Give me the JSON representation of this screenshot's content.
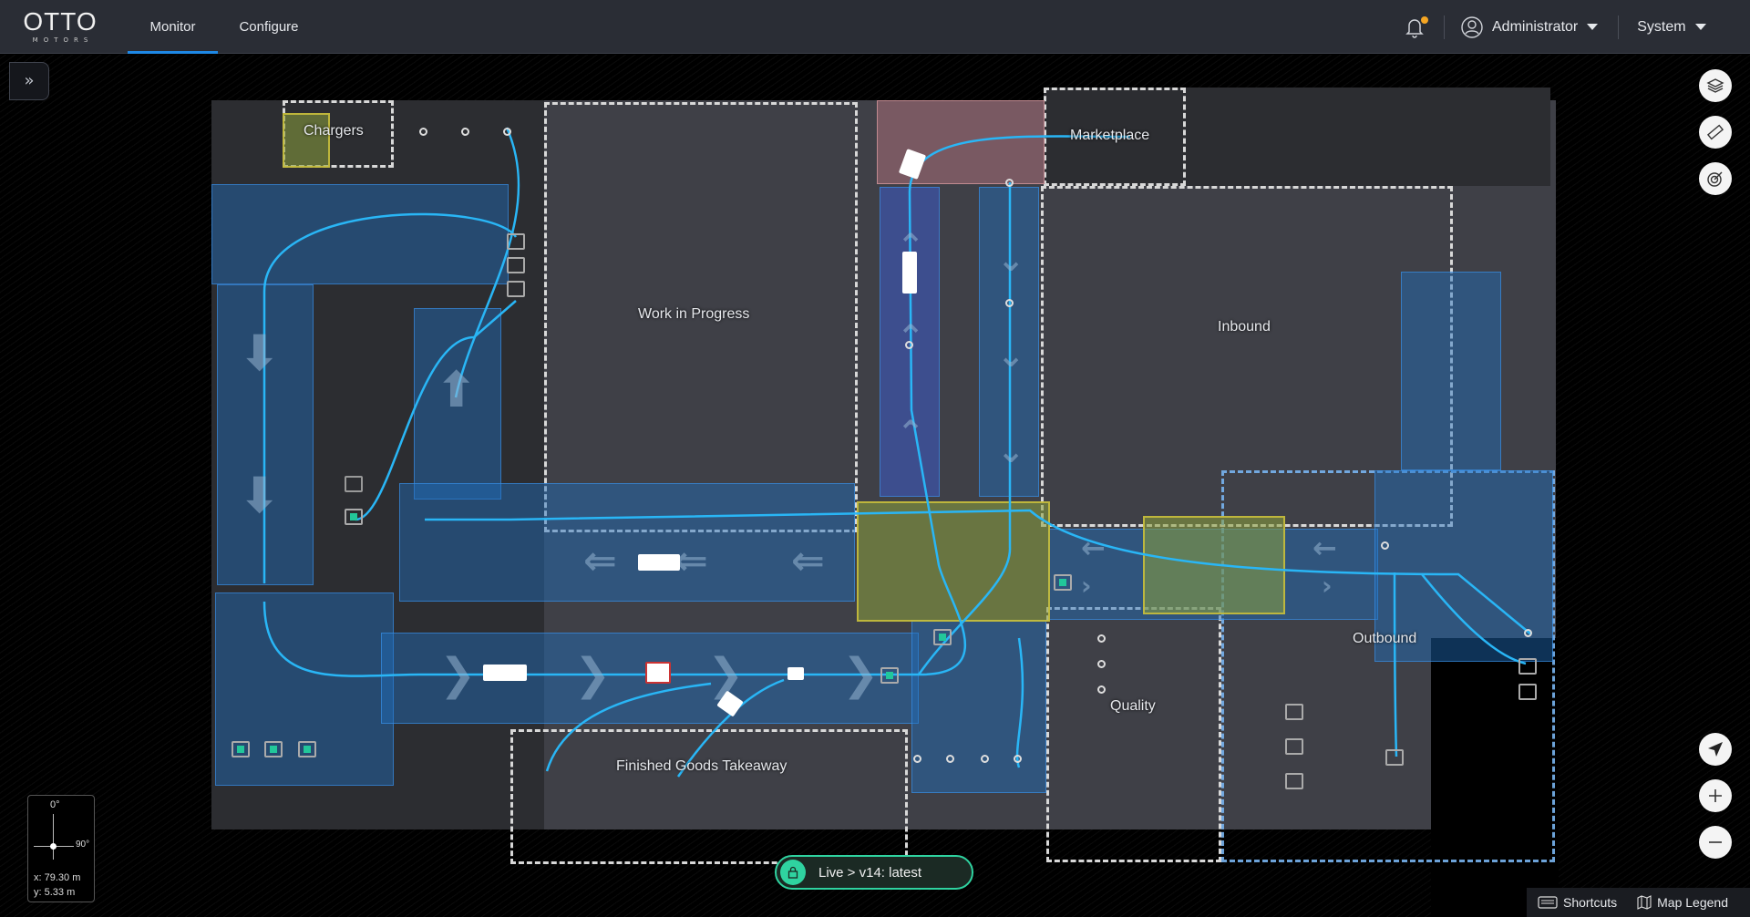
{
  "header": {
    "logo": {
      "main": "OTTO",
      "sub": "MOTORS"
    },
    "tabs": [
      {
        "label": "Monitor",
        "active": true
      },
      {
        "label": "Configure",
        "active": false
      }
    ],
    "notification_badge_color": "#f5a623",
    "user": {
      "label": "Administrator"
    },
    "system": {
      "label": "System"
    }
  },
  "map": {
    "zones": [
      {
        "label": "Chargers"
      },
      {
        "label": "Work in Progress"
      },
      {
        "label": "Marketplace"
      },
      {
        "label": "Inbound"
      },
      {
        "label": "Outbound"
      },
      {
        "label": "Quality"
      },
      {
        "label": "Finished Goods Takeaway"
      }
    ],
    "colors": {
      "lane": "#1e6ebe",
      "path": "#29b6f6",
      "olive": "#8ca03c",
      "station_active": "#22c79a"
    }
  },
  "compass": {
    "north": "0°",
    "east": "90°",
    "x": "x: 79.30 m",
    "y": "y: 5.33 m"
  },
  "live_status": {
    "label": "Live > v14: latest",
    "color": "#2fd3a0"
  },
  "bottom_bar": {
    "shortcuts": "Shortcuts",
    "legend": "Map Legend"
  },
  "collapse": {
    "icon": "»"
  }
}
